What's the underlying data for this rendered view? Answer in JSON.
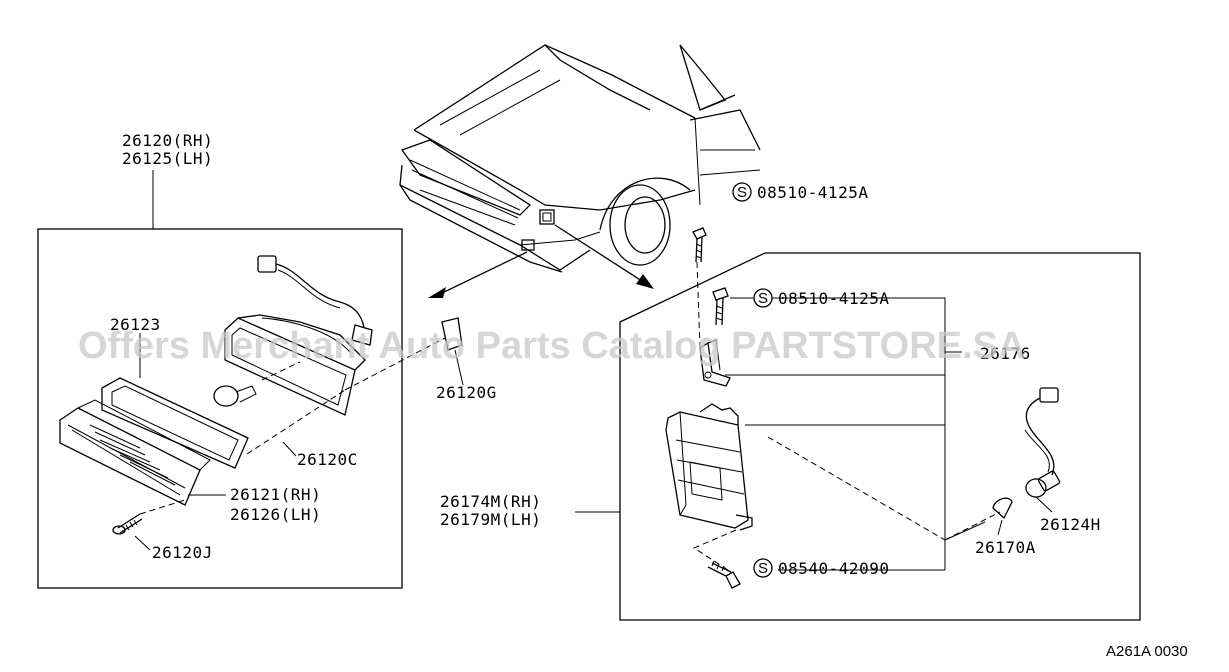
{
  "labels": {
    "p26120_rh": "26120(RH)",
    "p26125_lh": "26125(LH)",
    "p26123": "26123",
    "p26120g": "26120G",
    "p26120c": "26120C",
    "p26121_rh": "26121(RH)",
    "p26126_lh": "26126(LH)",
    "p26120j": "26120J",
    "screw_top": "08510-4125A",
    "screw_inner": "08510-4125A",
    "p26176": "26176",
    "p26174m_rh": "26174M(RH)",
    "p26179m_lh": "26179M(LH)",
    "p26124h": "26124H",
    "p26170a": "26170A",
    "screw_bottom": "08540-42090",
    "s_marker": "S"
  },
  "watermark": "Offers Merchant Auto Parts Catalog PARTSTORE.SA",
  "diagram_code": "A261A 0030"
}
